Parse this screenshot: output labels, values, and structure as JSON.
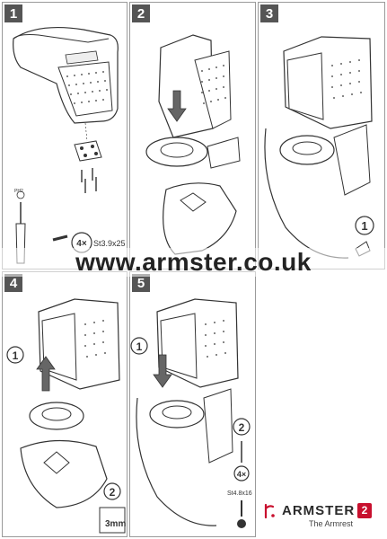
{
  "steps": [
    {
      "number": "1"
    },
    {
      "number": "2"
    },
    {
      "number": "3"
    },
    {
      "number": "4"
    },
    {
      "number": "5"
    }
  ],
  "step1": {
    "tool_label": "PH2",
    "screw_count": "4×",
    "screw_spec": "St3.9x25"
  },
  "step3": {
    "callout": "1"
  },
  "step4": {
    "callout_1": "1",
    "callout_2": "2",
    "drill_size": "3mm"
  },
  "step5": {
    "callout_1": "1",
    "callout_2": "2",
    "screw_count": "4×",
    "screw_spec": "St4.8x16"
  },
  "watermark": "www.armster.co.uk",
  "brand": {
    "name": "ARMSTER",
    "model": "2",
    "tagline": "The Armrest",
    "accent_color": "#c8102e"
  }
}
